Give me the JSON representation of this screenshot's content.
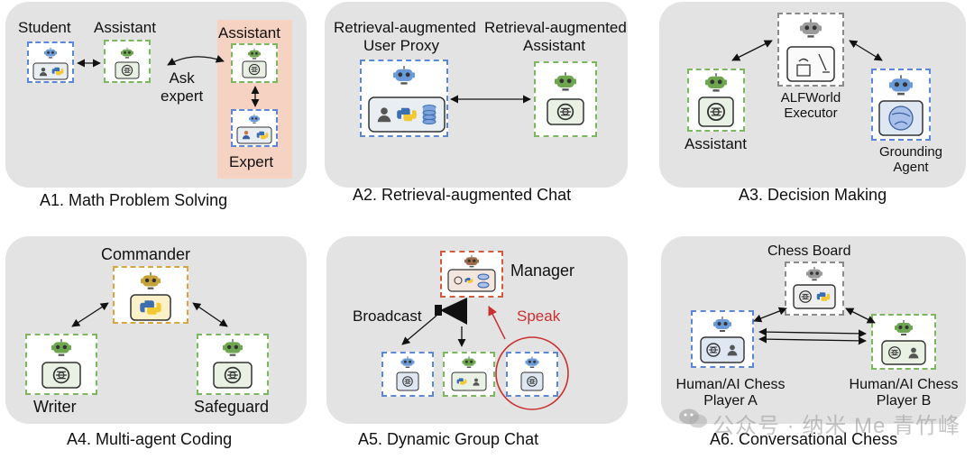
{
  "a1": {
    "caption": "A1. Math Problem Solving",
    "student": "Student",
    "assistant": "Assistant",
    "assistant2": "Assistant",
    "ask_expert": "Ask\nexpert",
    "expert": "Expert"
  },
  "a2": {
    "caption": "A2. Retrieval-augmented Chat",
    "proxy": "Retrieval-augmented\nUser Proxy",
    "assistant": "Retrieval-augmented\nAssistant"
  },
  "a3": {
    "caption": "A3. Decision Making",
    "executor": "ALFWorld\nExecutor",
    "assistant": "Assistant",
    "grounding": "Grounding\nAgent"
  },
  "a4": {
    "caption": "A4. Multi-agent Coding",
    "commander": "Commander",
    "writer": "Writer",
    "safeguard": "Safeguard"
  },
  "a5": {
    "caption": "A5. Dynamic Group Chat",
    "manager": "Manager",
    "broadcast": "Broadcast",
    "speak": "Speak"
  },
  "a6": {
    "caption": "A6. Conversational Chess",
    "board": "Chess Board",
    "player_a": "Human/AI Chess\nPlayer A",
    "player_b": "Human/AI Chess\nPlayer B"
  },
  "watermark": "公众号 · 纳米 Me 青竹峰",
  "colors": {
    "panel": "#e3e3e3",
    "blue_dash": "#5b87d6",
    "green_dash": "#7ab85e",
    "orange_dash": "#d9a441",
    "expert_bg": "#f6d2c3",
    "speak_red": "#c93030"
  }
}
